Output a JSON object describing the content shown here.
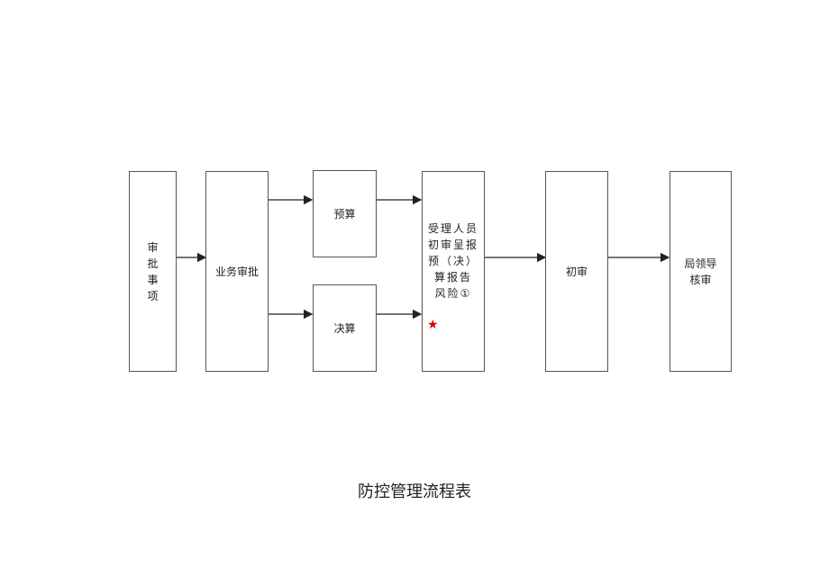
{
  "diagram": {
    "box_approval_item": [
      "审",
      "批",
      "事",
      "项"
    ],
    "box_business_approval": "业务审批",
    "box_budget": "预算",
    "box_final_accounts": "决算",
    "box_reviewer_lines": [
      "受理人员",
      "初审呈报",
      "预（决）",
      "算报告",
      "风险①"
    ],
    "star_mark": "★",
    "box_initial_review": "初审",
    "box_bureau_leader": [
      "局领导",
      "核审"
    ]
  },
  "caption": "防控管理流程表",
  "colors": {
    "border": "#555555",
    "arrow": "#222222",
    "star": "#e00000"
  }
}
